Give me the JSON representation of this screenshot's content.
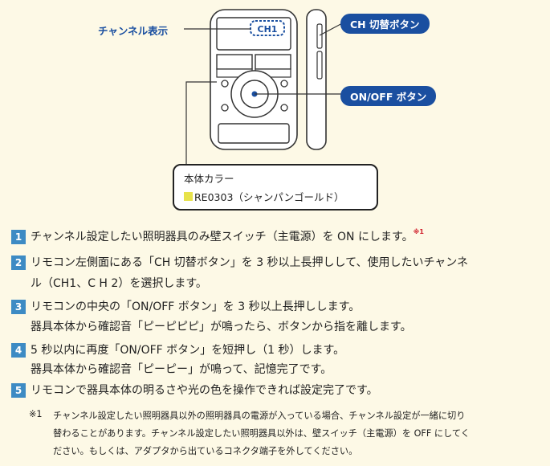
{
  "diagram": {
    "channel_display_label": "チャンネル表示",
    "display_text": "CH1",
    "ch_switch_button_label": "CH 切替ボタン",
    "on_off_button_label": "ON/OFF ボタン",
    "color_box": {
      "title": "本体カラー",
      "model": "RE0303（シャンパンゴールド）",
      "swatch_color": "#e7e24a"
    }
  },
  "steps": [
    {
      "num": "1",
      "lines": [
        "チャンネル設定したい照明器具のみ壁スイッチ（主電源）を ON にします。"
      ],
      "sup": "※1"
    },
    {
      "num": "2",
      "lines": [
        "リモコン左側面にある「CH 切替ボタン」を 3 秒以上長押しして、使用したいチャンネ",
        "ル（CH1、C H 2）を選択します。"
      ]
    },
    {
      "num": "3",
      "lines": [
        "リモコンの中央の「ON/OFF ボタン」を 3 秒以上長押しします。",
        "器具本体から確認音「ピーピピピ」が鳴ったら、ボタンから指を離します。"
      ]
    },
    {
      "num": "4",
      "lines": [
        "5 秒以内に再度「ON/OFF ボタン」を短押し（1 秒）します。",
        "器具本体から確認音「ピーピー」が鳴って、記憶完了です。"
      ]
    },
    {
      "num": "5",
      "lines": [
        "リモコンで器具本体の明るさや光の色を操作できれば設定完了です。"
      ]
    }
  ],
  "note": {
    "mark": "※1",
    "lines": [
      "チャンネル設定したい照明器具以外の照明器具の電源が入っている場合、チャンネル設定が一緒に切り",
      "替わることがあります。チャンネル設定したい照明器具以外は、壁スイッチ（主電源）を OFF にしてく",
      "ださい。もしくは、アダプタから出ているコネクタ端子を外してください。"
    ]
  },
  "colors": {
    "accent": "#1a4fa0",
    "step_badge": "#3d8bc4",
    "background": "#fdf9e6"
  }
}
